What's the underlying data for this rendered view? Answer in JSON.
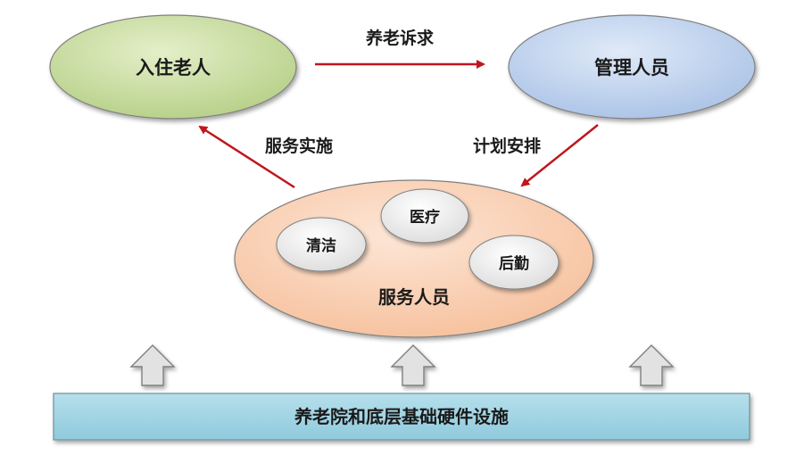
{
  "nodes": {
    "residents": "入住老人",
    "managers": "管理人员",
    "service_staff": "服务人员",
    "cleaning": "清洁",
    "medical": "医疗",
    "logistics": "后勤",
    "infrastructure": "养老院和底层基础硬件设施"
  },
  "edges": {
    "demands": "养老诉求",
    "service_impl": "服务实施",
    "planning": "计划安排"
  },
  "colors": {
    "residents_fill": "#cfe0a8",
    "managers_fill": "#c5d6ee",
    "staff_fill": "#f8cfb3",
    "sub_fill": "#f0f0f0",
    "base_fill": "#9fd3e3",
    "arrow_red": "#c0161e",
    "up_arrow_fill": "#e2e2e2"
  }
}
